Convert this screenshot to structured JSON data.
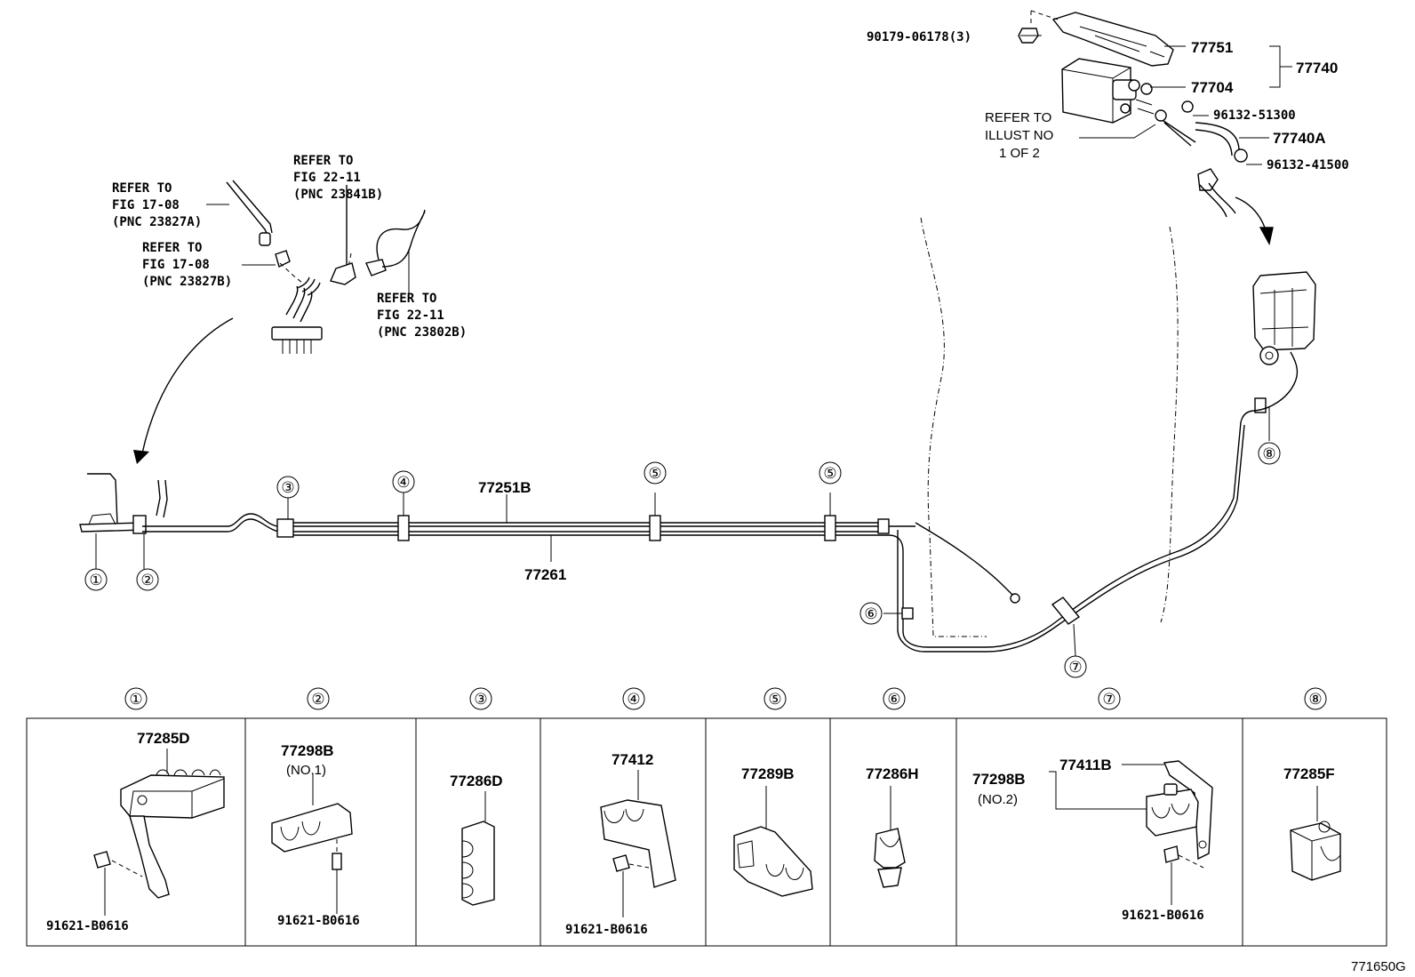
{
  "top_right": {
    "bolt_pn": "90179-06178(3)",
    "bracket_pn": "77751",
    "canister_pn": "77704",
    "assy_pn": "77740",
    "clip_a_pn": "96132-51300",
    "hose_pn": "77740A",
    "clip_b_pn": "96132-41500",
    "refer_illust": [
      "REFER TO",
      "ILLUST NO",
      "1 OF 2"
    ]
  },
  "top_left_refs": {
    "ref1": [
      "REFER TO",
      "FIG 17-08",
      "(PNC 23827A)"
    ],
    "ref2": [
      "REFER TO",
      "FIG 17-08",
      "(PNC 23827B)"
    ],
    "ref3": [
      "REFER TO",
      "FIG 22-11",
      "(PNC 23841B)"
    ],
    "ref4": [
      "REFER TO",
      "FIG 22-11",
      "(PNC 23802B)"
    ]
  },
  "main_lines": {
    "upper_pn": "77251B",
    "lower_pn": "77261"
  },
  "callouts": [
    "①",
    "②",
    "③",
    "④",
    "⑤",
    "⑤",
    "⑥",
    "⑦",
    "⑧"
  ],
  "detail_panels": [
    {
      "num": "①",
      "parts": [
        "77285D"
      ],
      "bolt": "91621-B0616"
    },
    {
      "num": "②",
      "parts": [
        "77298B",
        "(NO.1)"
      ],
      "bolt": "91621-B0616"
    },
    {
      "num": "③",
      "parts": [
        "77286D"
      ],
      "bolt": ""
    },
    {
      "num": "④",
      "parts": [
        "77412"
      ],
      "bolt": "91621-B0616"
    },
    {
      "num": "⑤",
      "parts": [
        "77289B"
      ],
      "bolt": ""
    },
    {
      "num": "⑥",
      "parts": [
        "77286H"
      ],
      "bolt": ""
    },
    {
      "num": "⑦",
      "parts": [
        "77298B",
        "(NO.2)",
        "77411B"
      ],
      "bolt": "91621-B0616"
    },
    {
      "num": "⑧",
      "parts": [
        "77285F"
      ],
      "bolt": ""
    }
  ],
  "figure_id": "771650G"
}
